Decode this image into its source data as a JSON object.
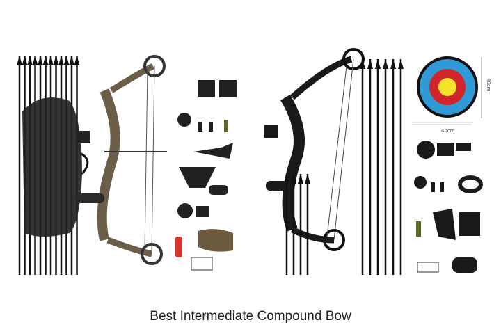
{
  "caption": "Best Intermediate Compound Bow",
  "target": {
    "width_label": "40cm",
    "height_label": "40cm"
  },
  "colors": {
    "camo": "#7a6a55",
    "black": "#1a1a1a",
    "target_blue": "#2f9ad6",
    "target_red": "#d0262b",
    "target_yellow": "#f2e22a",
    "accent_red": "#d8322c"
  }
}
